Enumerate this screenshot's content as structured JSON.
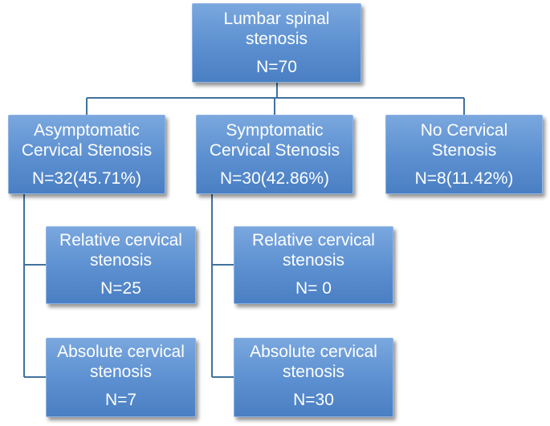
{
  "root": {
    "title": "Lumbar spinal\nstenosis",
    "count": "N=70"
  },
  "asymptomatic": {
    "title": "Asymptomatic\nCervical Stenosis",
    "count": "N=32(45.71%)",
    "relative": {
      "title": "Relative cervical\nstenosis",
      "count": "N=25"
    },
    "absolute": {
      "title": "Absolute cervical\nstenosis",
      "count": "N=7"
    }
  },
  "symptomatic": {
    "title": "Symptomatic\nCervical Stenosis",
    "count": "N=30(42.86%)",
    "relative": {
      "title": "Relative cervical\nstenosis",
      "count": "N= 0"
    },
    "absolute": {
      "title": "Absolute cervical\nstenosis",
      "count": "N=30"
    }
  },
  "no_cervical": {
    "title": "No Cervical\nStenosis",
    "count": "N=8(11.42%)"
  },
  "colors": {
    "box_fill": "#5b8fd0",
    "connector": "#41719c",
    "text": "#ffffff"
  }
}
